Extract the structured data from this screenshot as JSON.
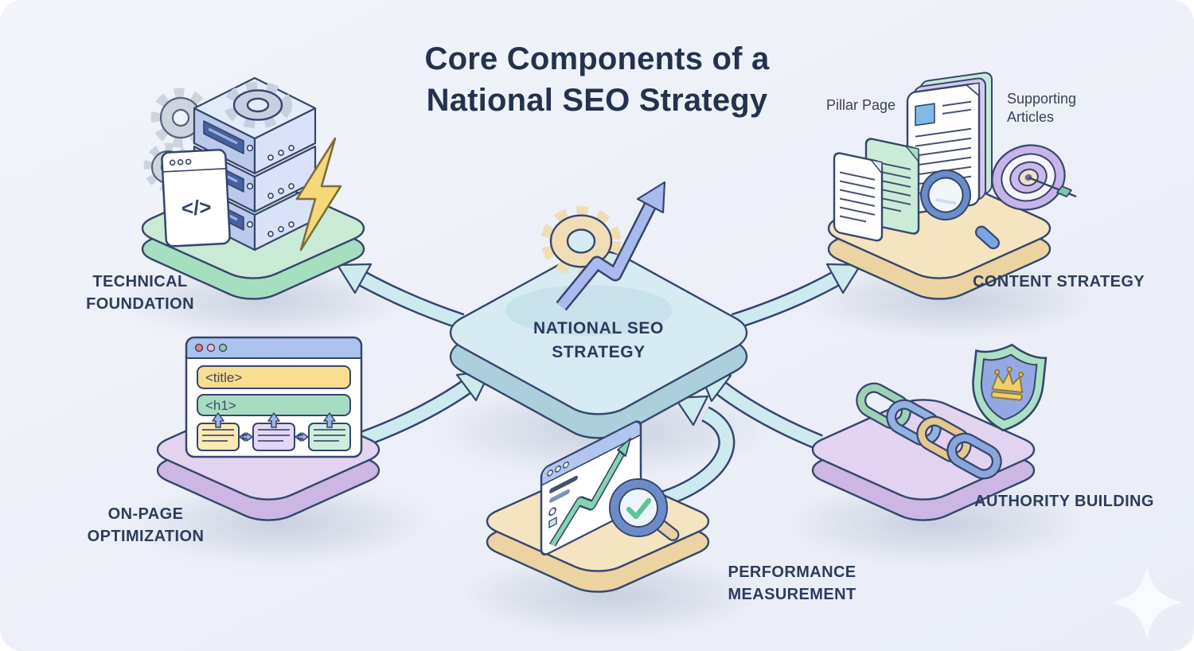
{
  "title": {
    "line1": "Core Components of a",
    "line2": "National SEO Strategy"
  },
  "labels": {
    "national_seo_strategy": "NATIONAL SEO STRATEGY",
    "technical_foundation": "TECHNICAL FOUNDATION",
    "content_strategy": "CONTENT STRATEGY",
    "on_page_optimization": "ON-PAGE OPTIMIZATION",
    "performance_measurement": "PERFORMANCE MEASUREMENT",
    "authority_building": "AUTHORITY BUILDING",
    "pillar_page": "Pillar Page",
    "supporting_articles": "Supporting Articles"
  },
  "mock": {
    "title_tag": "<title>",
    "h1_tag": "<h1>",
    "code_symbol": "</>"
  },
  "nodes": [
    {
      "id": "technical-foundation",
      "label": "TECHNICAL FOUNDATION",
      "platform_color": "mint",
      "icons": [
        "server-stack-icon",
        "gear-icon",
        "code-window-icon",
        "lightning-bolt-icon"
      ]
    },
    {
      "id": "content-strategy",
      "label": "CONTENT STRATEGY",
      "platform_color": "cream",
      "icons": [
        "document-stack-icon",
        "document-icon",
        "magnifier-icon",
        "target-icon"
      ],
      "annotations": [
        "Pillar Page",
        "Supporting Articles"
      ]
    },
    {
      "id": "on-page-optimization",
      "label": "ON-PAGE OPTIMIZATION",
      "platform_color": "purple",
      "icons": [
        "browser-window-icon"
      ]
    },
    {
      "id": "performance-measurement",
      "label": "PERFORMANCE MEASUREMENT",
      "platform_color": "cream",
      "icons": [
        "analytics-window-icon",
        "magnifier-check-icon"
      ]
    },
    {
      "id": "authority-building",
      "label": "AUTHORITY BUILDING",
      "platform_color": "purple",
      "icons": [
        "chain-links-icon",
        "shield-crown-icon"
      ]
    }
  ],
  "center_node": {
    "id": "national-seo-strategy",
    "label": "NATIONAL SEO STRATEGY",
    "platform_color": "blue",
    "icons": [
      "gear-icon",
      "growth-arrow-icon"
    ]
  },
  "colors": {
    "background": "#edf0f7",
    "text_dark": "#2e3c5c",
    "outline": "#35466b",
    "platform_blue_top": "#d6ebf2",
    "platform_mint_top": "#c9ebd6",
    "platform_cream_top": "#f4e4bf",
    "platform_purple_top": "#e2d3f1",
    "arrow_fill": "#cdeaef",
    "accent_yellow": "#f5d87a",
    "accent_green": "#85d4ae",
    "accent_blue": "#93b1e3"
  }
}
